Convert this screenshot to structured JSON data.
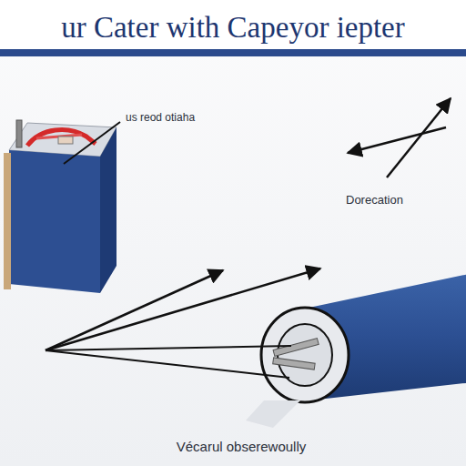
{
  "diagram": {
    "title": "ur Cater with Capeyor iepter",
    "labels": [
      "us reod otiaha",
      "Dorecation",
      "Vécarul obserewoully"
    ]
  }
}
